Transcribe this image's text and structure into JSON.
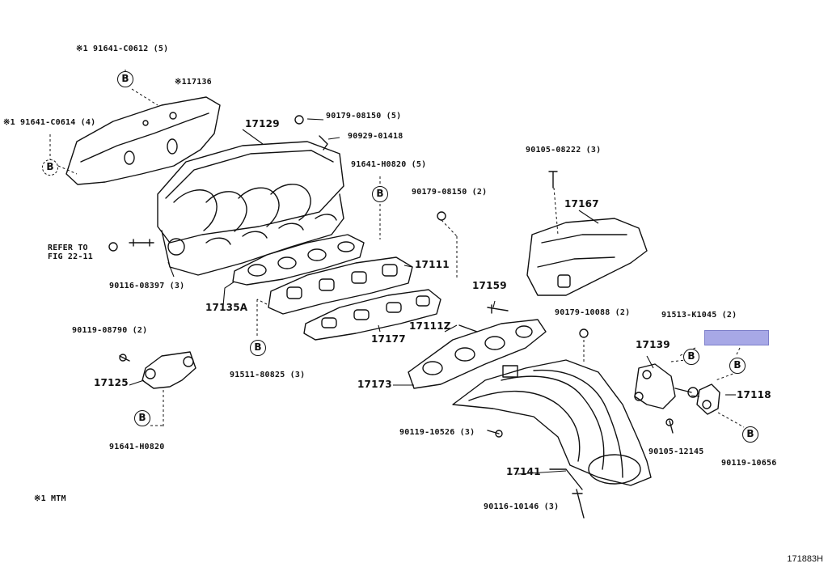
{
  "note_prefix": "※1",
  "labels": {
    "l_91641_c0612": "※1 91641-C0612 (5)",
    "l_117136": "※117136",
    "l_91641_c0614": "※1 91641-C0614 (4)",
    "l_17129": "17129",
    "l_90179_08150_5": "90179-08150 (5)",
    "l_90929_01418": "90929-01418",
    "l_90105_08222": "90105-08222 (3)",
    "l_91641_h0820_5": "91641-H0820 (5)",
    "l_90179_08150_2": "90179-08150 (2)",
    "l_17167": "17167",
    "l_refer": "REFER TO",
    "l_fig": "FIG 22-11",
    "l_17111": "17111",
    "l_90116_08397": "90116-08397 (3)",
    "l_17159": "17159",
    "l_17135a": "17135A",
    "l_90179_10088": "90179-10088 (2)",
    "l_91513_k1045": "91513-K1045 (2)",
    "l_90119_08790": "90119-08790 (2)",
    "l_17111z": "17111Z",
    "l_17177": "17177",
    "l_17139": "17139",
    "l_17125": "17125",
    "l_91511_80825": "91511-80825 (3)",
    "l_17173": "17173",
    "l_17118": "17118",
    "l_91641_h0820": "91641-H0820",
    "l_90119_10526": "90119-10526 (3)",
    "l_90105_12145": "90105-12145",
    "l_90119_10656": "90119-10656",
    "l_17141": "17141",
    "l_mtm": "※1 MTM",
    "l_90116_10146": "90116-10146 (3)"
  },
  "bubble_letter": "B",
  "footer_code": "171883H",
  "highlight_color": "#a7a8e6"
}
